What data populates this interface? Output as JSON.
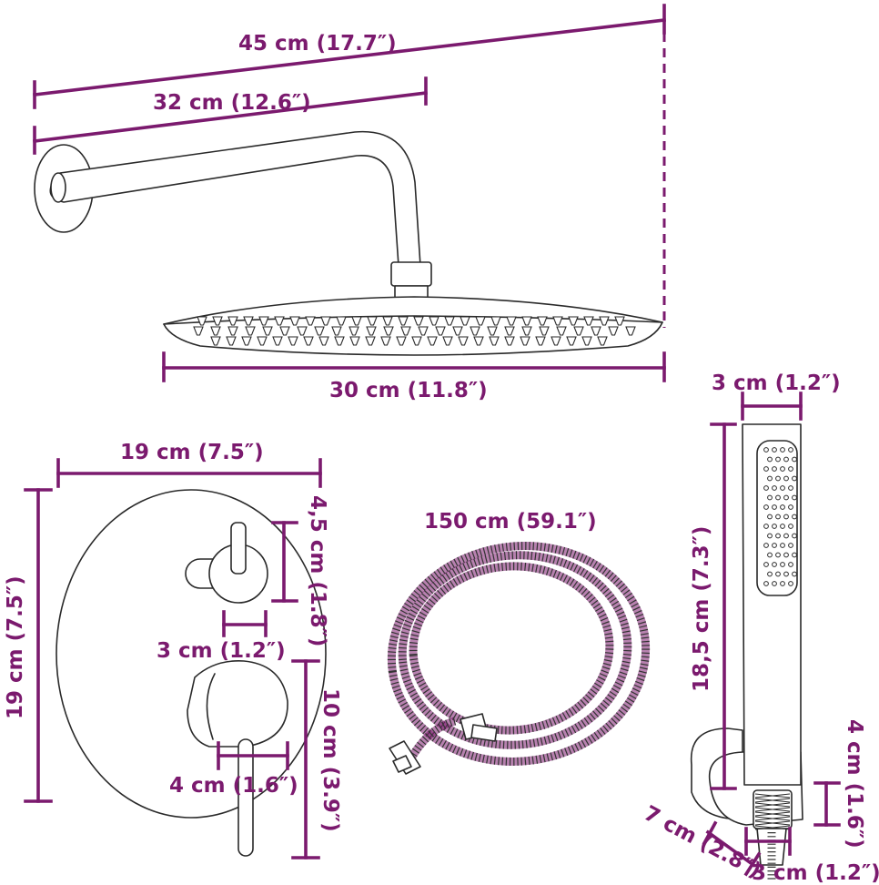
{
  "colors": {
    "accent": "#7b1a6e",
    "outline": "#2a2a2a"
  },
  "labels": {
    "arm_total": "45 cm (17.7″)",
    "arm_reach": "32 cm (12.6″)",
    "head_diameter": "30 cm (11.8″)",
    "valve_width": "19 cm (7.5″)",
    "valve_height": "19 cm (7.5″)",
    "knob_height": "4,5 cm (1.8″)",
    "knob_width": "3 cm (1.2″)",
    "lever_height": "10 cm (3.9″)",
    "lever_width": "4 cm (1.6″)",
    "hose_length": "150 cm (59.1″)",
    "handshower_width": "3 cm (1.2″)",
    "handshower_length": "18,5 cm (7.3″)",
    "holder_height": "4 cm (1.6″)",
    "holder_depth": "7 cm (2.8″)",
    "holder_width": "3 cm (1.2″)"
  }
}
